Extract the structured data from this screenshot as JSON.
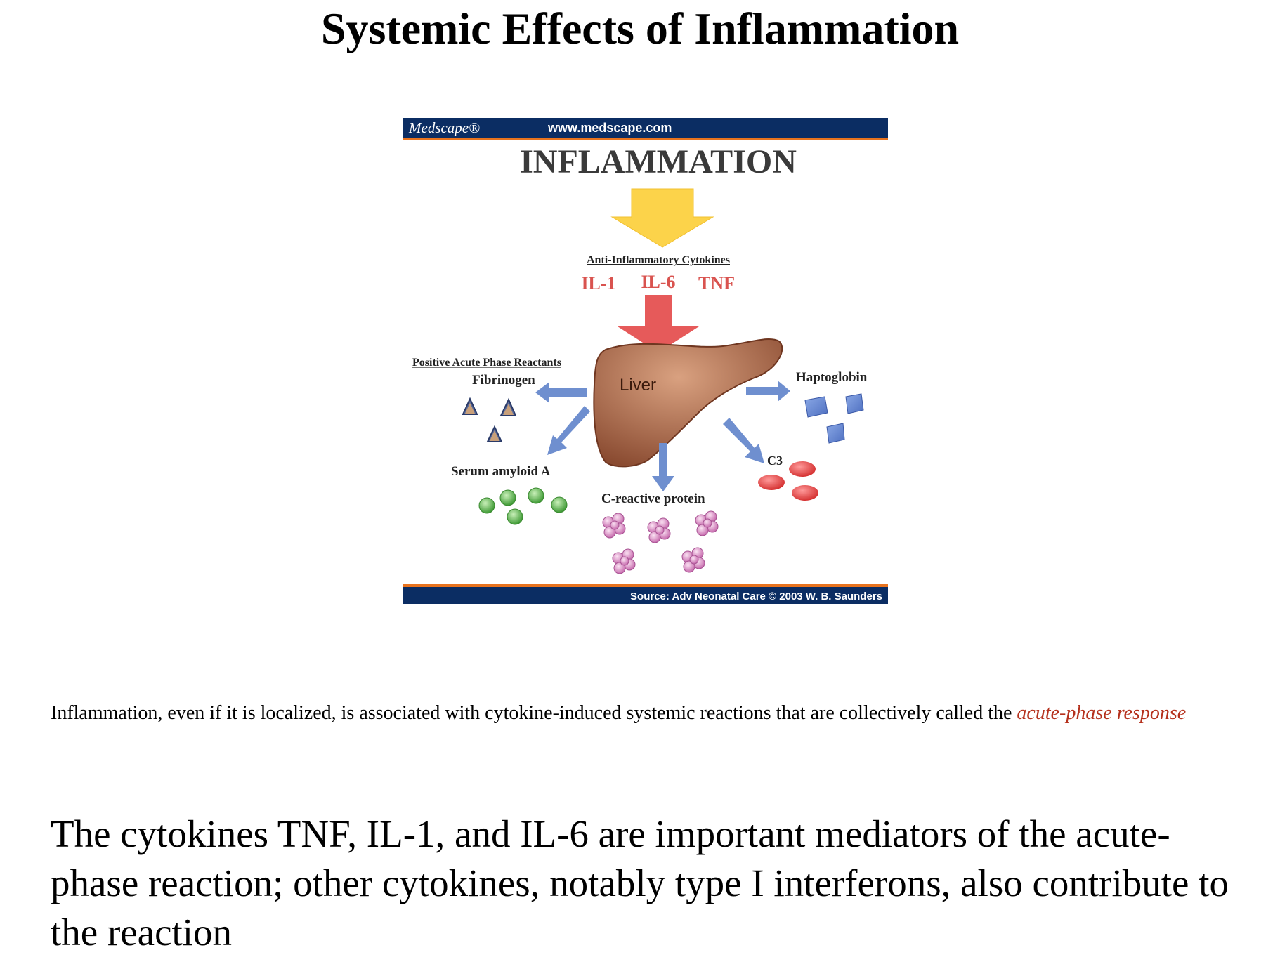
{
  "page": {
    "title": "Systemic Effects of Inflammation",
    "caption_prefix": "Inflammation, even if it is localized, is associated with cytokine-induced systemic reactions that are collectively called the ",
    "caption_term": "acute-phase response",
    "body": "The cytokines TNF, IL-1, and IL-6 are important mediators of the acute-phase reaction; other cytokines, notably type I interferons, also contribute to the reaction"
  },
  "figure": {
    "brand": "Medscape®",
    "url": "www.medscape.com",
    "heading": "INFLAMMATION",
    "cytokines_header": "Anti-Inflammatory Cytokines",
    "cytokines": [
      "IL-1",
      "IL-6",
      "TNF"
    ],
    "reactants_header": "Positive Acute Phase Reactants",
    "organ": "Liver",
    "products": {
      "fibrinogen": "Fibrinogen",
      "haptoglobin": "Haptoglobin",
      "serum_amyloid": "Serum amyloid A",
      "crp": "C-reactive protein",
      "c3": "C3"
    },
    "source": "Source: Adv Neonatal Care © 2003 W. B. Saunders",
    "colors": {
      "banner_navy": "#0b2d63",
      "banner_orange": "#e8731e",
      "yellow_arrow": "#fcd34a",
      "red_arrow": "#e65a5a",
      "cytokine_red": "#d9534f",
      "blue_arrow": "#6f8fcf",
      "liver": "#9c5a3d",
      "green": "#59b04c",
      "pink": "#d98bc6",
      "c3_red": "#e04848"
    }
  }
}
